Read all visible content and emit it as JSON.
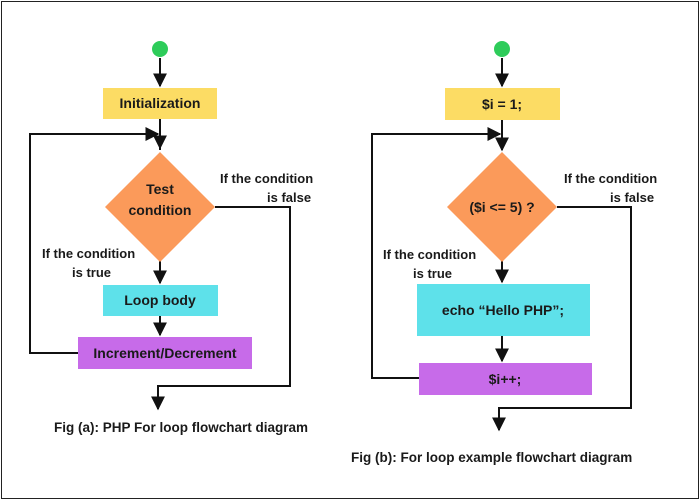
{
  "colors": {
    "start": "#2ecc5a",
    "init": "#fcdc64",
    "decision": "#fb9a5a",
    "body": "#5ee1ea",
    "update": "#c76be9"
  },
  "diagram_a": {
    "init": "Initialization",
    "condition_line1": "Test",
    "condition_line2": "condition",
    "false_line1": "If the condition",
    "false_line2": "is false",
    "true_line1": "If the condition",
    "true_line2": "is true",
    "body": "Loop body",
    "update": "Increment/Decrement",
    "caption": "Fig (a): PHP For loop flowchart diagram"
  },
  "diagram_b": {
    "init": "$i = 1;",
    "condition": "($i <= 5) ?",
    "false_line1": "If the condition",
    "false_line2": "is false",
    "true_line1": "If the condition",
    "true_line2": "is true",
    "body": "echo “Hello PHP”;",
    "update": "$i++;",
    "caption": "Fig (b): For loop example flowchart diagram"
  }
}
